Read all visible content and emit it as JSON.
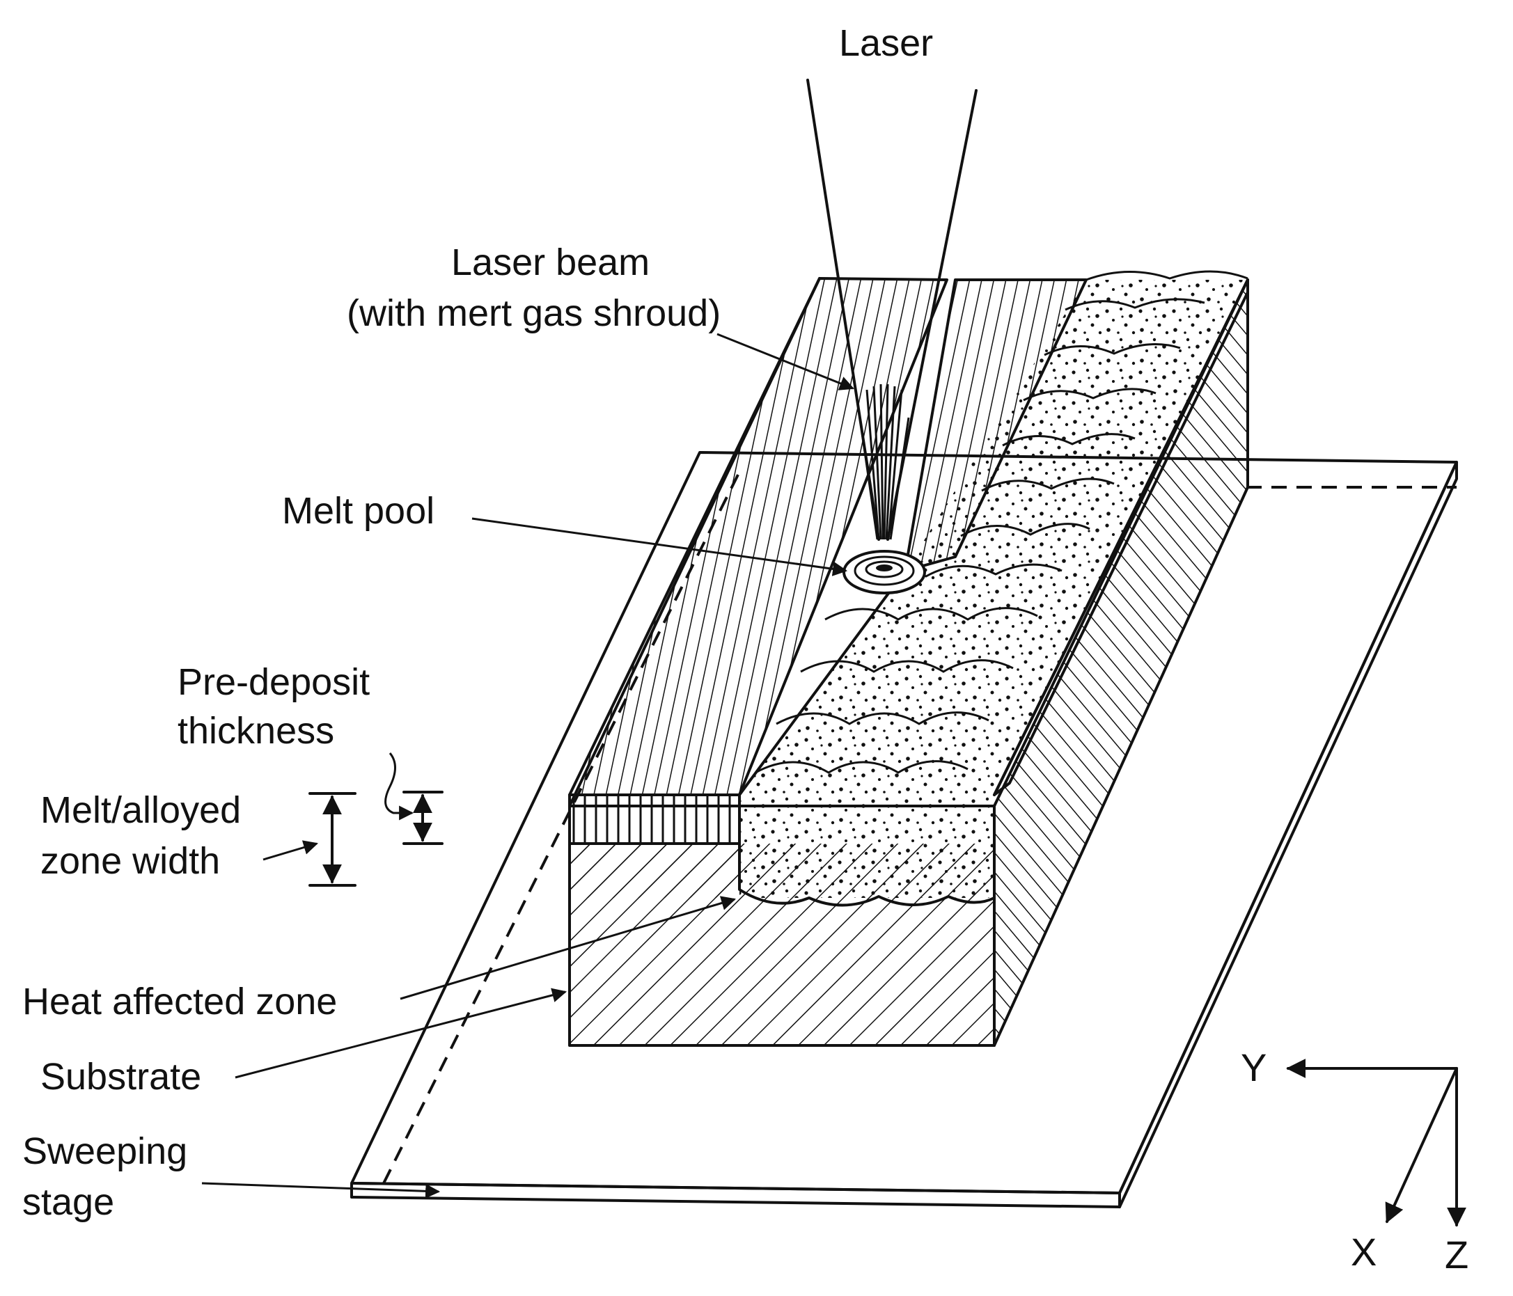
{
  "labels": {
    "laser": "Laser",
    "laser_beam_line1": "Laser beam",
    "laser_beam_line2": "(with mert gas shroud)",
    "melt_pool": "Melt pool",
    "pre_deposit_line1": "Pre-deposit",
    "pre_deposit_line2": "thickness",
    "melt_zone_line1": "Melt/alloyed",
    "melt_zone_line2": "zone width",
    "heat_affected_zone": "Heat affected zone",
    "substrate": "Substrate",
    "sweeping_stage_line1": "Sweeping",
    "sweeping_stage_line2": "stage"
  },
  "axes": {
    "y": "Y",
    "x": "X",
    "z": "Z"
  },
  "colors": {
    "ink": "#111111",
    "background": "#ffffff"
  }
}
